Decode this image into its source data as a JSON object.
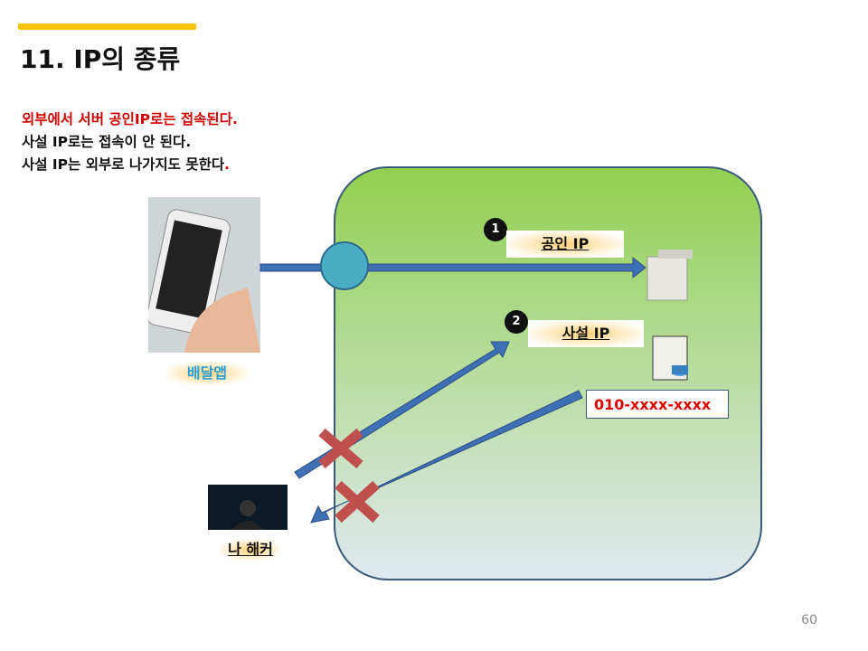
{
  "title": "11. IP의 종류",
  "notes": [
    "외부에서  서버 공인IP로는 접속된다.",
    "사설 IP로는 접속이 안 된다.",
    "사설 IP는 외부로 나가지도 못한다."
  ],
  "note_period": ".",
  "labels": {
    "public": "공인 IP",
    "private": "사설 IP",
    "num1": "1",
    "num2": "2",
    "phone": "010-xxxx-xxxx",
    "app": "배달앱",
    "hacker": "나 해커"
  },
  "page": "60",
  "colors": {
    "accent": "#f8c300",
    "red": "#d00000",
    "arrow": "#3f6fb5"
  }
}
